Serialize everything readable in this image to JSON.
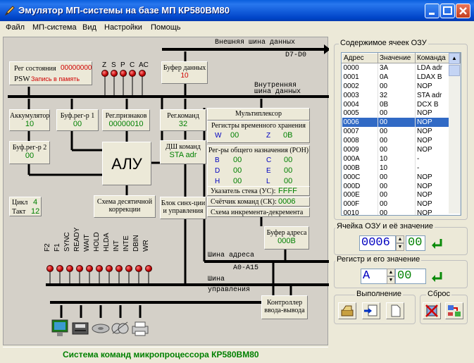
{
  "window": {
    "title": "Эмулятор МП-системы на базе МП КР580ВМ80"
  },
  "menu": [
    "Файл",
    "МП-система",
    "Вид",
    "Настройки",
    "Помощь"
  ],
  "diagram": {
    "ext_bus": "Внешняя шина данных",
    "ext_bus_range": "D7-D0",
    "int_bus_1": "Внутренняя",
    "int_bus_2": "шина данных",
    "addr_bus": "Шина адреса",
    "addr_bus_range": "А0-А15",
    "ctrl_bus_1": "Шина",
    "ctrl_bus_2": "управления",
    "flags": [
      "Z",
      "S",
      "P",
      "C",
      "AC"
    ],
    "status_reg": {
      "label": "Рег состояния",
      "value": "00000000",
      "psw": "PSW",
      "mode": "Запись в память"
    },
    "data_buf": {
      "label": "Буфер данных",
      "value": "10"
    },
    "acc": {
      "label": "Аккумулятор",
      "value": "10"
    },
    "buf1": {
      "label": "Буф.рег-р 1",
      "value": "00"
    },
    "flag_reg": {
      "label": "Рег.признаков",
      "value": "00000010"
    },
    "cmd_reg": {
      "label": "Рег.команд",
      "value": "32"
    },
    "buf2": {
      "label": "Буф.рег-р 2",
      "value": "00"
    },
    "alu": "АЛУ",
    "decoder": {
      "label": "ДШ команд",
      "value": "STA adr"
    },
    "cycle": {
      "label": "Цикл",
      "value": "4"
    },
    "tact": {
      "label": "Такт",
      "value": "12"
    },
    "decimal": {
      "l1": "Схема десятичной",
      "l2": "коррекции"
    },
    "sync": {
      "l1": "Блок синх-ции",
      "l2": "и управления"
    },
    "mux": "Мультиплексор",
    "temp_regs": "Регистры временного хранения",
    "W": {
      "name": "W",
      "value": "00"
    },
    "Z": {
      "name": "Z",
      "value": "0B"
    },
    "gp_regs": "Рег-ры общего назначения (РОН)",
    "B": {
      "name": "B",
      "value": "00"
    },
    "C": {
      "name": "C",
      "value": "00"
    },
    "D": {
      "name": "D",
      "value": "00"
    },
    "E": {
      "name": "E",
      "value": "00"
    },
    "H": {
      "name": "H",
      "value": "00"
    },
    "L": {
      "name": "L",
      "value": "00"
    },
    "sp": {
      "label": "Указатель стека (УС):",
      "value": "FFFF"
    },
    "pc": {
      "label": "Счётчик команд (СК):",
      "value": "0006"
    },
    "incdec": "Схема инкремента-декремента",
    "addr_buf": {
      "label": "Буфер адреса",
      "value": "000B"
    },
    "io_ctrl": {
      "l1": "Контроллер",
      "l2": "ввода-вывода"
    },
    "signals": [
      "F2",
      "F1",
      "SYNC",
      "READY",
      "WAIT",
      "HOLD",
      "HLDA",
      "INT",
      "INTE",
      "DBIN",
      "WR"
    ]
  },
  "status_text": "Система команд микропроцессора КР580ВМ80",
  "ram": {
    "title": "Содержимое ячеек ОЗУ",
    "headers": [
      "Адрес",
      "Значение",
      "Команда"
    ],
    "rows": [
      [
        "0000",
        "3A",
        "LDA adr"
      ],
      [
        "0001",
        "0A",
        "LDAX B"
      ],
      [
        "0002",
        "00",
        "NOP"
      ],
      [
        "0003",
        "32",
        "STA adr"
      ],
      [
        "0004",
        "0B",
        "DCX B"
      ],
      [
        "0005",
        "00",
        "NOP"
      ],
      [
        "0006",
        "00",
        "NOP"
      ],
      [
        "0007",
        "00",
        "NOP"
      ],
      [
        "0008",
        "00",
        "NOP"
      ],
      [
        "0009",
        "00",
        "NOP"
      ],
      [
        "000A",
        "10",
        "-"
      ],
      [
        "000B",
        "10",
        "-"
      ],
      [
        "000C",
        "00",
        "NOP"
      ],
      [
        "000D",
        "00",
        "NOP"
      ],
      [
        "000E",
        "00",
        "NOP"
      ],
      [
        "000F",
        "00",
        "NOP"
      ],
      [
        "0010",
        "00",
        "NOP"
      ]
    ],
    "selected": 6
  },
  "cell": {
    "title": "Ячейка ОЗУ и её значение",
    "addr": "0006",
    "value": "00"
  },
  "register": {
    "title": "Регистр и его значение",
    "name": "A",
    "value": "00"
  },
  "exec": {
    "title": "Выполнение"
  },
  "reset": {
    "title": "Сброс"
  }
}
